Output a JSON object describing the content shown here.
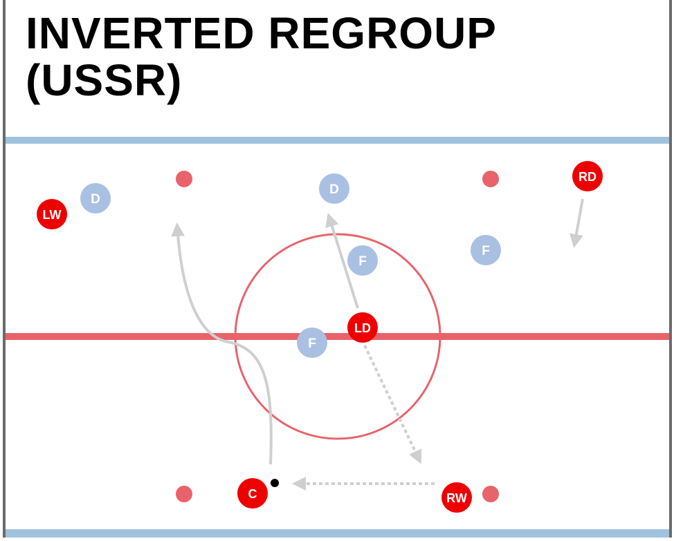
{
  "title": {
    "line1": "INVERTED REGROUP",
    "line2": "(USSR)"
  },
  "colors": {
    "blue_line": "#9fc3de",
    "red_line": "#e8636a",
    "faceoff_dot": "#e8636a",
    "attacker": "#ee0000",
    "defender": "#aac0e2",
    "arrow": "#cfcfcf",
    "side_border": "#6b6b6b",
    "puck": "#000000"
  },
  "players": {
    "lw": "LW",
    "rd": "RD",
    "ld": "LD",
    "c": "C",
    "rw": "RW",
    "d_left": "D",
    "d_center": "D",
    "f_upper": "F",
    "f_right": "F",
    "f_lower": "F"
  }
}
